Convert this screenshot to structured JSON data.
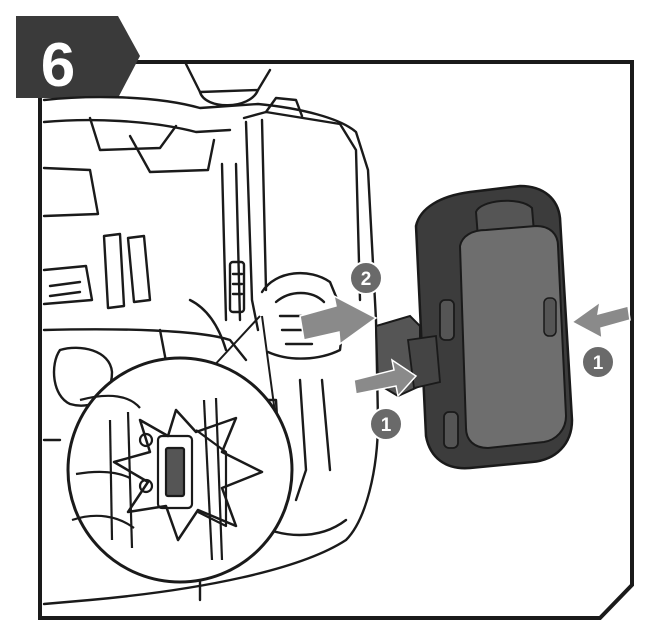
{
  "step": {
    "number": "6"
  },
  "callouts": [
    {
      "id": "push-right",
      "number": "1"
    },
    {
      "id": "push-left",
      "number": "1"
    },
    {
      "id": "slide-in",
      "number": "2"
    }
  ],
  "colors": {
    "line": "#1a1a1a",
    "badge": "#3a3a3a",
    "arrow": "#8a8a8a",
    "battery": "#4a4a4a",
    "battery_face": "#6e6e6e",
    "callout": "#6a6a6a"
  },
  "icons": [
    "step-badge",
    "push-arrow",
    "insert-arrow",
    "burst-icon",
    "magnifier-circle"
  ]
}
